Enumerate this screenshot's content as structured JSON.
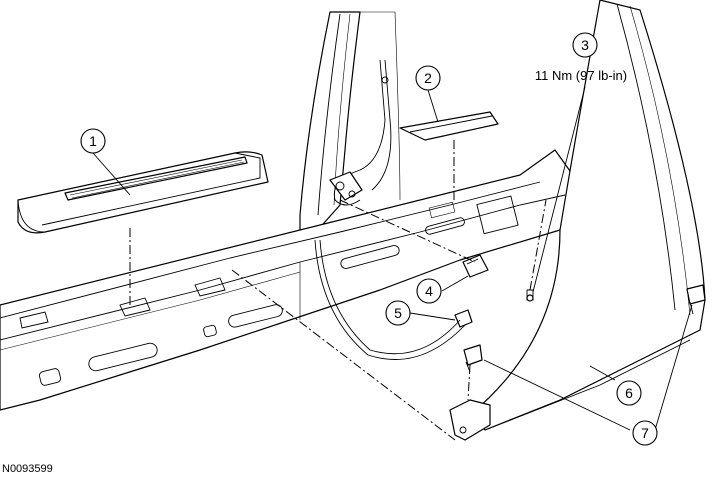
{
  "figure_id": "N0093599",
  "torque_spec": "11 Nm (97 lb-in)",
  "callouts": [
    "1",
    "2",
    "3",
    "4",
    "5",
    "6",
    "7"
  ]
}
